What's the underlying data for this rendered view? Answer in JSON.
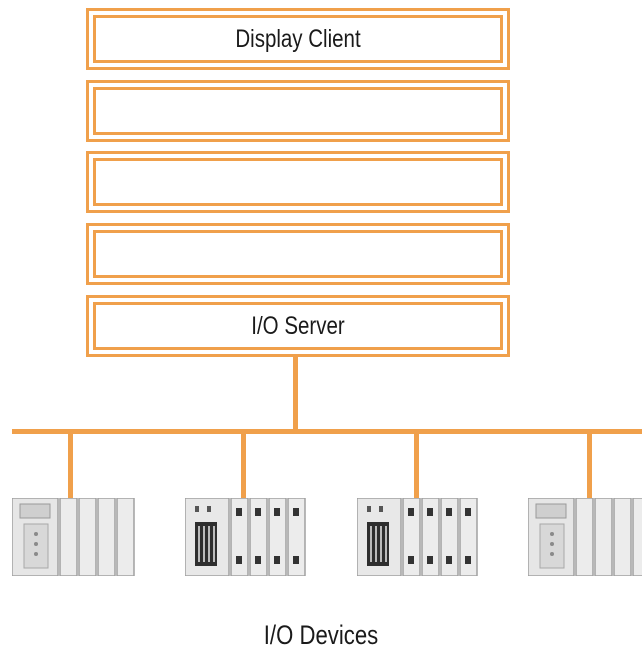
{
  "diagram": {
    "layers": [
      {
        "label": "Display Client"
      },
      {
        "label": ""
      },
      {
        "label": ""
      },
      {
        "label": ""
      },
      {
        "label": "I/O Server"
      }
    ],
    "devices_label": "I/O Devices",
    "device_icons": [
      "plc-rack-icon",
      "io-module-rack-icon",
      "io-module-rack-icon",
      "plc-rack-icon"
    ],
    "colors": {
      "accent": "#f0a04b",
      "device_body": "#e2e2e2",
      "device_shadow": "#9a9a9a"
    }
  }
}
